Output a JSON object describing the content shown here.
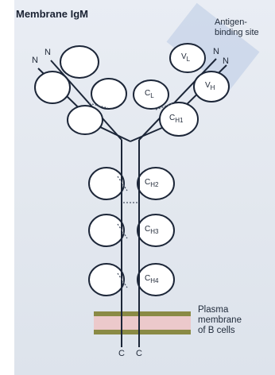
{
  "title": "Membrane IgM",
  "antigen_label": {
    "line1": "Antigen-",
    "line2": "binding site"
  },
  "membrane_label": {
    "line1": "Plasma",
    "line2": "membrane",
    "line3": "of B cells"
  },
  "domains": {
    "vl_main": "V",
    "vl_sub": "L",
    "vh_main": "V",
    "vh_sub": "H",
    "cl_main": "C",
    "cl_sub": "L",
    "ch1_main": "C",
    "ch1_sub": "H1",
    "ch2_main": "C",
    "ch2_sub": "H2",
    "ch3_main": "C",
    "ch3_sub": "H3",
    "ch4_main": "C",
    "ch4_sub": "H4"
  },
  "termini": {
    "n_left_outer": "N",
    "n_left_inner": "N",
    "n_right_inner": "N",
    "n_right_outer": "N",
    "c_left": "C",
    "c_right": "C"
  },
  "colors": {
    "outline": "#1c2638",
    "bilayer_olive": "#8a8a45",
    "bilayer_pink": "#ecc9cb",
    "highlight_blue": "#c4d2e6"
  }
}
